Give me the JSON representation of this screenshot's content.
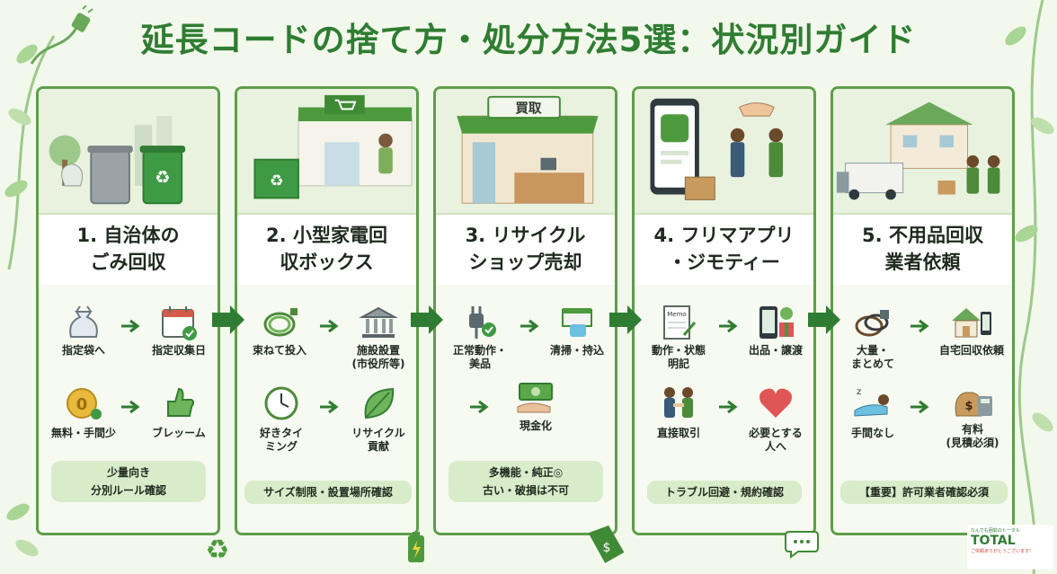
{
  "title": "延長コードの捨て方・処分方法5選：状況別ガイド",
  "cards": [
    {
      "title": "1. 自治体の\nごみ回収",
      "steps": [
        {
          "label": "指定袋へ",
          "icon": "garbage-bag-icon"
        },
        {
          "label": "指定収集日",
          "icon": "calendar-check-icon"
        },
        {
          "label": "無料・手間少",
          "icon": "coin-icon"
        },
        {
          "label": "ブレッーム",
          "icon": "thumbs-up-icon"
        }
      ],
      "notes": [
        "少量向き",
        "分別ルール確認"
      ]
    },
    {
      "title": "2. 小型家電回\n収ボックス",
      "steps": [
        {
          "label": "束ねて投入",
          "icon": "bundled-cord-icon"
        },
        {
          "label": "施設設置\n(市役所等)",
          "icon": "building-icon"
        },
        {
          "label": "好きタイ\nミング",
          "icon": "clock-icon"
        },
        {
          "label": "リサイクル\n貢献",
          "icon": "leaf-icon"
        }
      ],
      "notes": [
        "サイズ制限・設置場所確認"
      ]
    },
    {
      "title": "3. リサイクル\nショップ売却",
      "shop_sign": "買取",
      "steps": [
        {
          "label": "正常動作・\n美品",
          "icon": "plug-check-icon"
        },
        {
          "label": "清掃・持込",
          "icon": "cleaning-icon"
        },
        {
          "label": "現金化",
          "icon": "cash-icon"
        }
      ],
      "notes": [
        "多機能・純正◎",
        "古い・破損は不可"
      ]
    },
    {
      "title": "4. フリマアプリ\n・ジモティー",
      "steps": [
        {
          "label": "動作・状態\n明記",
          "icon": "memo-icon"
        },
        {
          "label": "出品・譲渡",
          "icon": "phone-gift-icon"
        },
        {
          "label": "直接取引",
          "icon": "handshake-icon"
        },
        {
          "label": "必要とする\n人へ",
          "icon": "heart-icon"
        }
      ],
      "memo_text": "Memo",
      "notes": [
        "トラブル回避・規約確認"
      ]
    },
    {
      "title": "5. 不用品回収\n業者依頼",
      "steps": [
        {
          "label": "大量・\nまとめて",
          "icon": "cord-pile-icon"
        },
        {
          "label": "自宅回収依頼",
          "icon": "house-phone-icon"
        },
        {
          "label": "手間なし",
          "icon": "relax-icon"
        },
        {
          "label": "有料\n(見積必須)",
          "icon": "money-calculator-icon"
        }
      ],
      "notes": [
        "【重要】許可業者確認必須"
      ]
    }
  ],
  "logo": {
    "small": "なんでも困窮のトータル",
    "main": "TOTAL",
    "tag": "ご依頼ありがとうございます!"
  },
  "colors": {
    "primary_green": "#2f7d32",
    "card_border": "#5e9e4a",
    "note_bg": "#d9ecc9",
    "arrow": "#2f7d32",
    "heart": "#e05555"
  }
}
